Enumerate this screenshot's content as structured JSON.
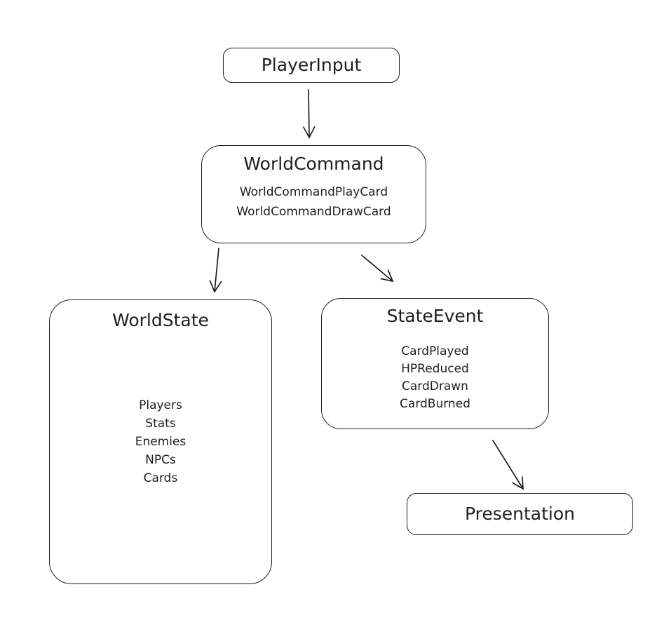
{
  "canvas": {
    "background": "#ffffff",
    "stroke_color": "#1e1e1e"
  },
  "diagram": {
    "nodes": {
      "player_input": {
        "title": "PlayerInput",
        "items": []
      },
      "world_command": {
        "title": "WorldCommand",
        "items": [
          "WorldCommandPlayCard",
          "WorldCommandDrawCard"
        ]
      },
      "world_state": {
        "title": "WorldState",
        "items": [
          "Players",
          "Stats",
          "Enemies",
          "NPCs",
          "Cards"
        ]
      },
      "state_event": {
        "title": "StateEvent",
        "items": [
          "CardPlayed",
          "HPReduced",
          "CardDrawn",
          "CardBurned"
        ]
      },
      "presentation": {
        "title": "Presentation",
        "items": []
      }
    },
    "edges": [
      {
        "from": "PlayerInput",
        "to": "WorldCommand"
      },
      {
        "from": "WorldCommand",
        "to": "WorldState"
      },
      {
        "from": "WorldCommand",
        "to": "StateEvent"
      },
      {
        "from": "StateEvent",
        "to": "Presentation"
      }
    ]
  }
}
